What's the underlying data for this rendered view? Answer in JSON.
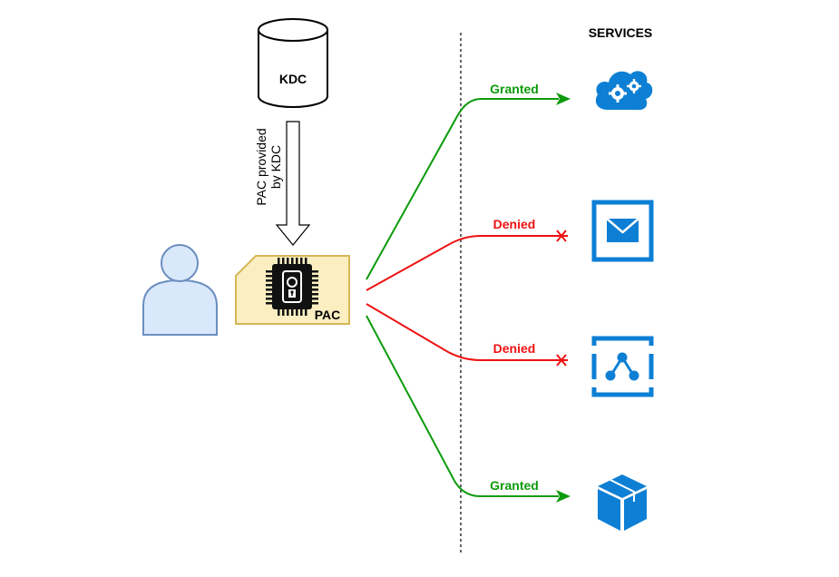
{
  "diagram": {
    "services_header": "SERVICES",
    "kdc": {
      "label": "KDC"
    },
    "pac_arrow": {
      "line1": "PAC provided",
      "line2": "by KDC"
    },
    "pac_card": {
      "label": "PAC"
    },
    "connections": [
      {
        "service": "cloud-gears",
        "status": "Granted",
        "color": "#0c9a0c"
      },
      {
        "service": "mail",
        "status": "Denied",
        "color": "#ee1111"
      },
      {
        "service": "network",
        "status": "Denied",
        "color": "#ee1111"
      },
      {
        "service": "box",
        "status": "Granted",
        "color": "#0c9a0c"
      }
    ],
    "colors": {
      "service_blue": "#0d7fd4",
      "pac_fill": "#fbefc2",
      "pac_stroke": "#d6b656",
      "user_fill": "#dae8fc",
      "user_stroke": "#6c8ebf"
    }
  }
}
